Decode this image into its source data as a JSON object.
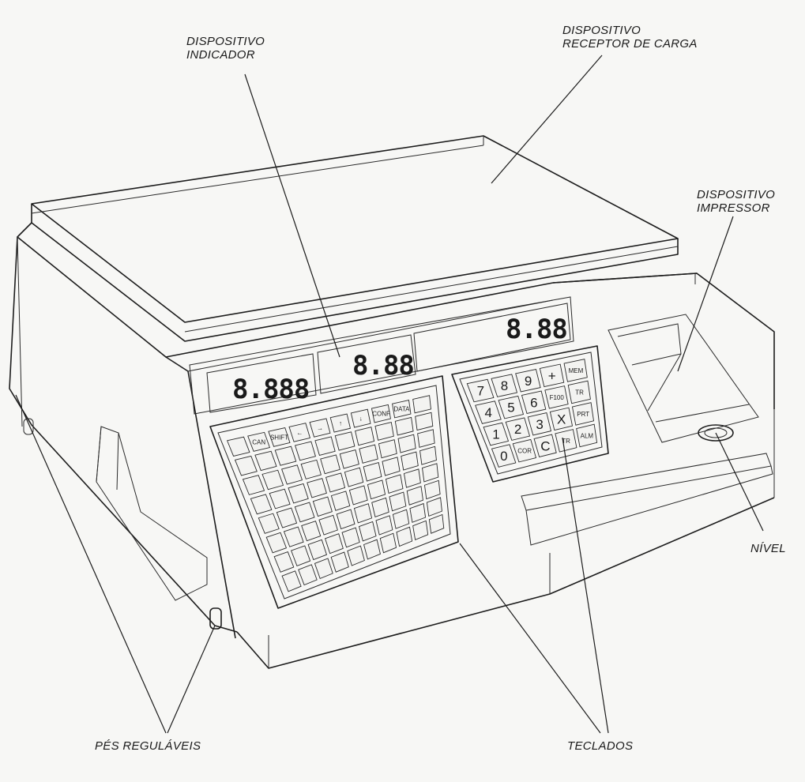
{
  "labels": {
    "indicador": [
      "DISPOSITIVO",
      "INDICADOR"
    ],
    "receptor": [
      "DISPOSITIVO",
      "RECEPTOR DE CARGA"
    ],
    "impressor": [
      "DISPOSITIVO",
      "IMPRESSOR"
    ],
    "nivel": "NÍVEL",
    "pes": "PÉS REGULÁVEIS",
    "teclados": "TECLADOS"
  },
  "displays": {
    "weight": "8.888",
    "price": "8.88",
    "total": "8.88"
  },
  "numeric_keypad": [
    [
      "7",
      "8",
      "9",
      "+",
      "MEM"
    ],
    [
      "4",
      "5",
      "6",
      "F100",
      "TR"
    ],
    [
      "1",
      "2",
      "3",
      "X",
      "PRT"
    ],
    [
      "0",
      "COR",
      "C",
      "TR",
      "ALM"
    ]
  ],
  "function_keys": [
    "CAN",
    "SHIFT",
    "←",
    "→",
    "↑",
    "↓",
    "CONF",
    "DATA"
  ]
}
